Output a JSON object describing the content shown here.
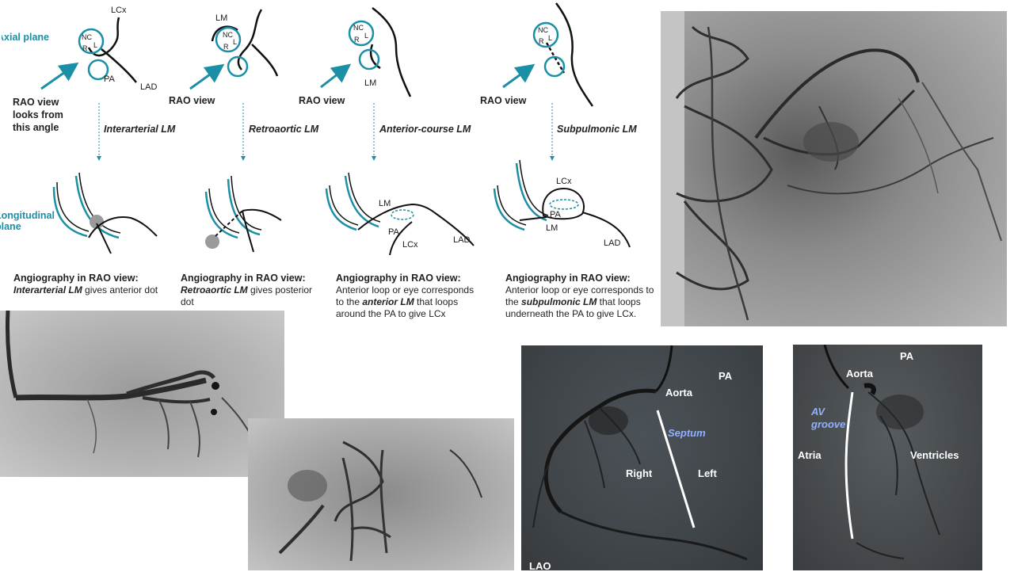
{
  "planes": {
    "axial": "Axial plane",
    "longitudinal": "Longitudinal plane"
  },
  "rao_view": {
    "looks": "RAO view\nlooks from\nthis angle",
    "short": "RAO view"
  },
  "variants": [
    "Interarterial LM",
    "Retroaortic LM",
    "Anterior-course LM",
    "Subpulmonic LM"
  ],
  "labels": {
    "lcx": "LCx",
    "lm": "LM",
    "pa": "PA",
    "lad": "LAD",
    "nc": "NC",
    "r": "R",
    "l": "L"
  },
  "captions": [
    {
      "title": "Angiography in RAO view:",
      "pre": "",
      "bold": "Interarterial LM",
      "post": " gives anterior dot"
    },
    {
      "title": "Angiography in RAO view:",
      "pre": "",
      "bold": "Retroaortic LM",
      "post": " gives posterior dot"
    },
    {
      "title": "Angiography in RAO view:",
      "pre": "Anterior loop or eye corresponds to the ",
      "bold": "anterior LM",
      "post": " that loops around the PA to give LCx"
    },
    {
      "title": "Angiography in RAO view:",
      "pre": "Anterior loop or eye corresponds to the ",
      "bold": "subpulmonic LM",
      "post": " that loops underneath the PA to give LCx."
    }
  ],
  "angio_lao": {
    "aorta": "Aorta",
    "pa": "PA",
    "septum": "Septum",
    "right": "Right",
    "left": "Left",
    "view": "LAO"
  },
  "angio_rao": {
    "aorta": "Aorta",
    "pa": "PA",
    "av_groove": "AV\ngroove",
    "atria": "Atria",
    "ventricles": "Ventricles"
  },
  "colors": {
    "teal": "#1a8fa5",
    "angio_dark": "#3d4449",
    "angio_light": "#9a9a9a",
    "label_blue": "#8fb2ff"
  }
}
